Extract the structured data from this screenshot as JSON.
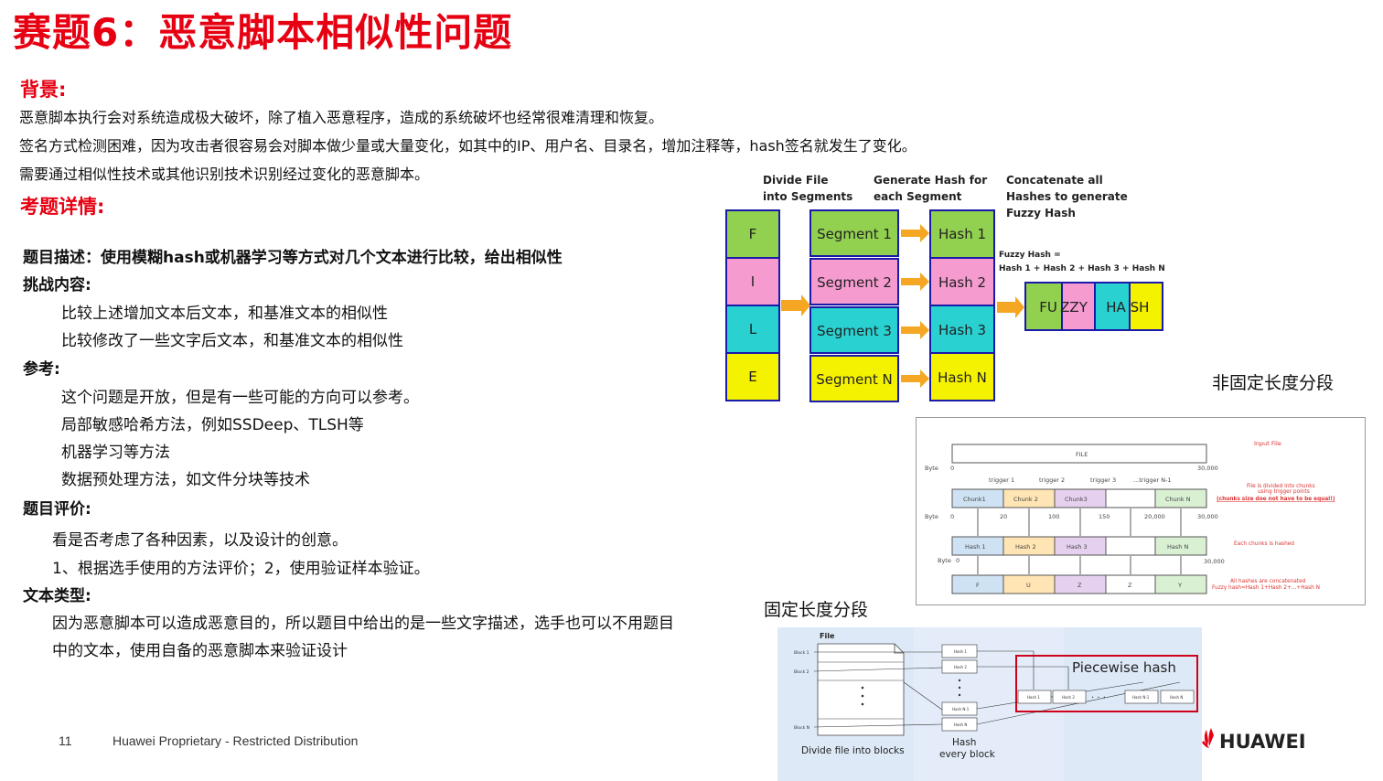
{
  "slide": {
    "title": "赛题6：恶意脚本相似性问题",
    "background_heading": "背景:",
    "background_lines": [
      "恶意脚本执行会对系统造成极大破坏，除了植入恶意程序，造成的系统破坏也经常很难清理和恢复。",
      "签名方式检测困难，因为攻击者很容易会对脚本做少量或大量变化，如其中的IP、用户名、目录名，增加注释等，hash签名就发生了变化。",
      "需要通过相似性技术或其他识别技术识别经过变化的恶意脚本。"
    ],
    "details_heading": "考题详情:",
    "description": "题目描述：使用模糊hash或机器学习等方式对几个文本进行比较，给出相似性",
    "challenge_heading": "挑战内容:",
    "challenge_items": [
      "比较上述增加文本后文本，和基准文本的相似性",
      "比较修改了一些文字后文本，和基准文本的相似性"
    ],
    "reference_heading": "参考:",
    "reference_items": [
      "这个问题是开放，但是有一些可能的方向可以参考。",
      "局部敏感哈希方法，例如SSDeep、TLSH等",
      "机器学习等方法",
      "数据预处理方法，如文件分块等技术"
    ],
    "evaluation_heading": "题目评价:",
    "evaluation_items": [
      "看是否考虑了各种因素，以及设计的创意。",
      "1、根据选手使用的方法评价；2，使用验证样本验证。"
    ],
    "texttype_heading": "文本类型:",
    "texttype_lines": [
      "因为恶意脚本可以造成恶意目的，所以题目中给出的是一些文字描述，选手也可以不用题目",
      "中的文本，使用自备的恶意脚本来验证设计"
    ],
    "footer_page": "11",
    "footer_text": "Huawei Proprietary - Restricted Distribution",
    "logo_text": "HUAWEI"
  },
  "fuzzy_diagram": {
    "col1_label": [
      "Divide File",
      "into Segments"
    ],
    "col2_label": [
      "Generate Hash for",
      "each Segment"
    ],
    "col3_label": [
      "Concatenate all",
      "Hashes to generate",
      "Fuzzy Hash"
    ],
    "file_letters": [
      "F",
      "I",
      "L",
      "E"
    ],
    "segments": [
      "Segment 1",
      "Segment  2",
      "Segment  3",
      "Segment  N"
    ],
    "hashes": [
      "Hash 1",
      "Hash 2",
      "Hash 3",
      "Hash N"
    ],
    "formula": [
      "Fuzzy Hash =",
      "Hash 1 + Hash 2 + Hash 3 + Hash N"
    ],
    "result_parts": [
      "FU",
      "ZZY",
      "HA",
      "SH"
    ]
  },
  "captions": {
    "variable_length": "非固定长度分段",
    "fixed_length": "固定长度分段"
  },
  "chunk_diagram": {
    "file_label": "FILE",
    "input_file": "Input File",
    "byte_label": "Byte",
    "byte0": "0",
    "byte_end": "30,000",
    "triggers": [
      "trigger 1",
      "trigger 2",
      "trigger 3",
      "...trigger N-1"
    ],
    "chunks": [
      "Chunk1",
      "Chunk 2",
      "Chunk3",
      "",
      "Chunk N"
    ],
    "offsets": [
      "0",
      "20",
      "100",
      "150",
      "20,000",
      "30,000"
    ],
    "hashes": [
      "Hash 1",
      "Hash 2",
      "Hash 3",
      "",
      "Hash N"
    ],
    "letters": [
      "F",
      "U",
      "Z",
      "Z",
      "Y"
    ],
    "note1": [
      "File is divided into chunks",
      "using trigger points"
    ],
    "note1_red": "(chunks size doe not have to be equal!)",
    "note2": "Each chunks is hashed",
    "note3": [
      "All hashes are concatenated",
      "Fuzzy hash=Hash 1+Hash 2+...+Hash N"
    ]
  },
  "piecewise_diagram": {
    "file_label": "File",
    "blocks": [
      "Block 1",
      "Block 2",
      "Block N"
    ],
    "hash_boxes": [
      "Hash 1",
      "Hash 2",
      "Hash N-1",
      "Hash N"
    ],
    "piecewise_label": "Piecewise hash",
    "piece_boxes": [
      "Hash 1",
      "Hash 2",
      "Hash N-1",
      "Hash N"
    ],
    "dots": "· · ·",
    "caption_left": "Divide file into blocks",
    "caption_mid": [
      "Hash",
      "every block"
    ]
  },
  "colors": {
    "title_red": "#e60012",
    "yellow": "#f5f200",
    "pink": "#f59bd0",
    "cyan": "#2ad1d1",
    "green": "#92d050",
    "blue_border": "#1a1aa8",
    "arrow_orange": "#f5a623"
  }
}
